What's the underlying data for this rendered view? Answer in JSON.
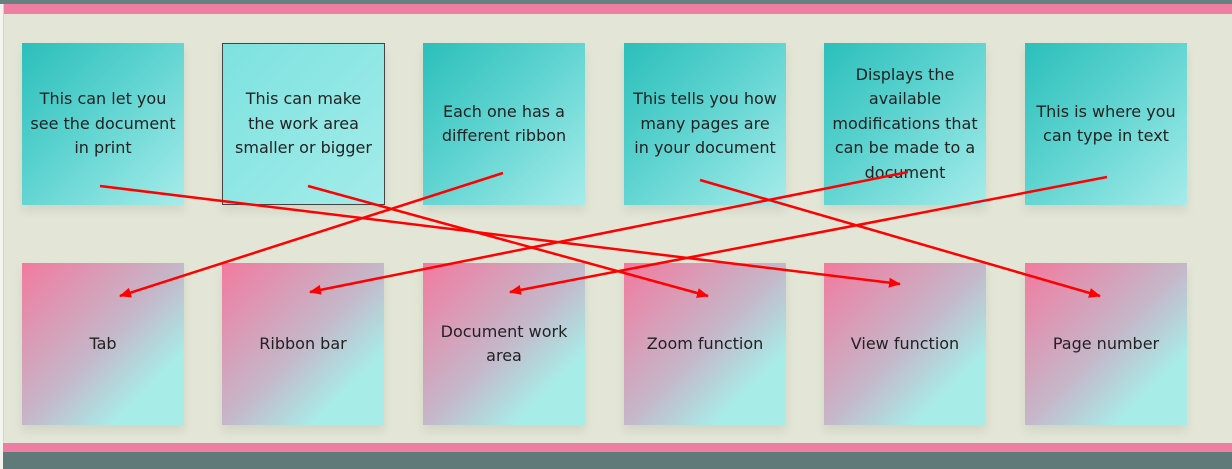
{
  "descriptions": [
    "This can let you see the document in print",
    "This can make the work area smaller or bigger",
    "Each one has a different ribbon",
    "This tells you how many pages are in your document",
    "Displays the available modifications that can be made to a document",
    "This is where you can type in text"
  ],
  "terms": [
    "Tab",
    "Ribbon bar",
    "Document work area",
    "Zoom function",
    "View function",
    "Page number"
  ],
  "connections": [
    {
      "from": 0,
      "to": 4
    },
    {
      "from": 1,
      "to": 3
    },
    {
      "from": 2,
      "to": 0
    },
    {
      "from": 3,
      "to": 5
    },
    {
      "from": 4,
      "to": 1
    },
    {
      "from": 5,
      "to": 2
    }
  ],
  "colors": {
    "arrow": "#ff0000",
    "accent_pink": "#ef7fa2",
    "teal": "#2bbfbb"
  }
}
